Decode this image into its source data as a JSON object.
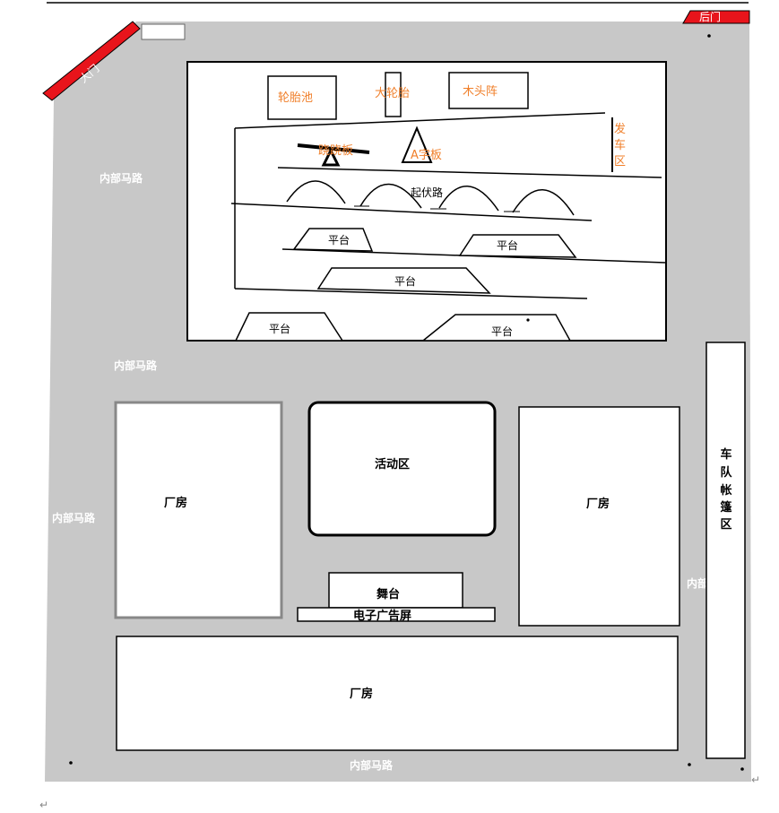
{
  "colors": {
    "road": "#c8c8c8",
    "gate": "#e8141b",
    "orange_label": "#f07f2a"
  },
  "gates": {
    "main": "大门",
    "rear": "后门"
  },
  "roads": {
    "road_left_top": "内部马路",
    "road_middle": "内部马路",
    "road_left_mid": "内部马路",
    "road_right": "内部",
    "road_bottom": "内部马路"
  },
  "course": {
    "tire_pool": "轮胎池",
    "big_tire": "大轮胎",
    "log_array": "木头阵",
    "start_zone": "发车区",
    "seesaw": "跷跷板",
    "a_board": "A字板",
    "bumpy_road": "起伏路",
    "platforms": [
      "平台",
      "平台",
      "平台",
      "平台",
      "平台"
    ]
  },
  "buildings": {
    "factory_left": "厂房",
    "activity_area": "活动区",
    "factory_right": "厂房",
    "tent_area": "车队帐篷区",
    "stage": "舞台",
    "ad_screen": "电子广告屏",
    "factory_bottom": "厂房"
  },
  "marks": {
    "return": "↵"
  }
}
